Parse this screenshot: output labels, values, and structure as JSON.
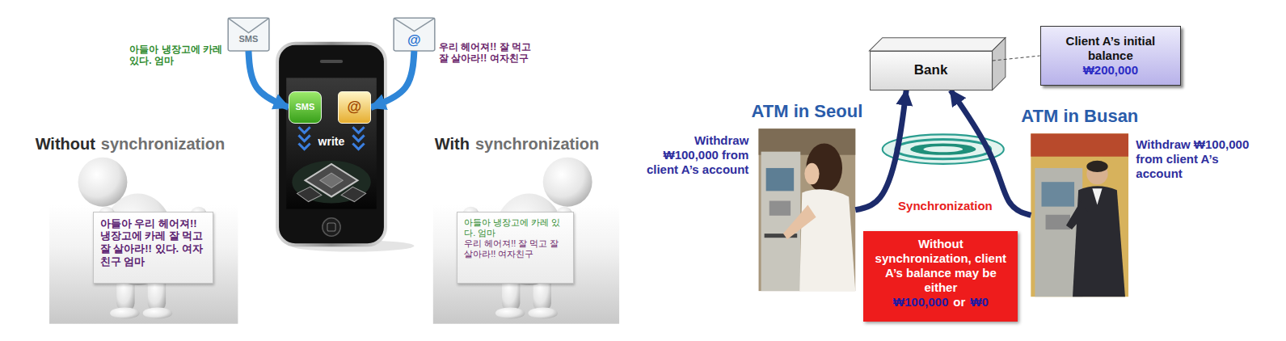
{
  "diagram": {
    "nodes": [
      {
        "text": [
          "SMS"
        ]
      },
      {
        "text": [
          "@"
        ]
      },
      {
        "text": [
          "write"
        ]
      },
      {
        "text": [
          "SMS"
        ],
        "in": 2
      },
      {
        "text": [
          "@"
        ],
        "in": 2
      },
      {
        "text": [
          "아들아 우리 헤어져!! 냉장고에 카레 잘 먹고 잘 살아라!! 있다. 여자친구 엄마"
        ]
      },
      {
        "text": [
          "아들아 냉장고에 카레 있다. 엄마",
          "우리 헤어져!! 잘 먹고 잘 살아라!! 여자친구"
        ]
      },
      {
        "text": [
          "Bank"
        ]
      },
      {
        "text": [
          "Client A’s initial balance",
          "₩200,000"
        ]
      },
      {
        "text": [
          "ATM in Seoul"
        ]
      },
      {
        "text": [
          "ATM in Busan"
        ]
      },
      {
        "text": [
          "Without synchronization, client A’s balance may be either",
          "₩100,000",
          "or",
          "₩0"
        ]
      }
    ],
    "edges": [
      {
        "from": 0,
        "to": 3,
        "arrow": "to"
      },
      {
        "from": 1,
        "to": 4,
        "arrow": "to"
      },
      {
        "from": 9,
        "to": 7,
        "arrow": "to"
      },
      {
        "from": 10,
        "to": 7,
        "arrow": "to"
      },
      {
        "from": 7,
        "to": 8,
        "arrow": "none"
      }
    ],
    "labels": [
      "아들아 냉장고에 카레 있다. 엄마",
      "우리 헤어져!! 잘 먹고 잘 살아라!! 여자친구",
      "Without",
      "synchronization",
      "With",
      "synchronization",
      "Withdraw ₩100,000 from client A’s account",
      "Withdraw ₩100,000 from client A’s account",
      "Synchronization"
    ]
  }
}
